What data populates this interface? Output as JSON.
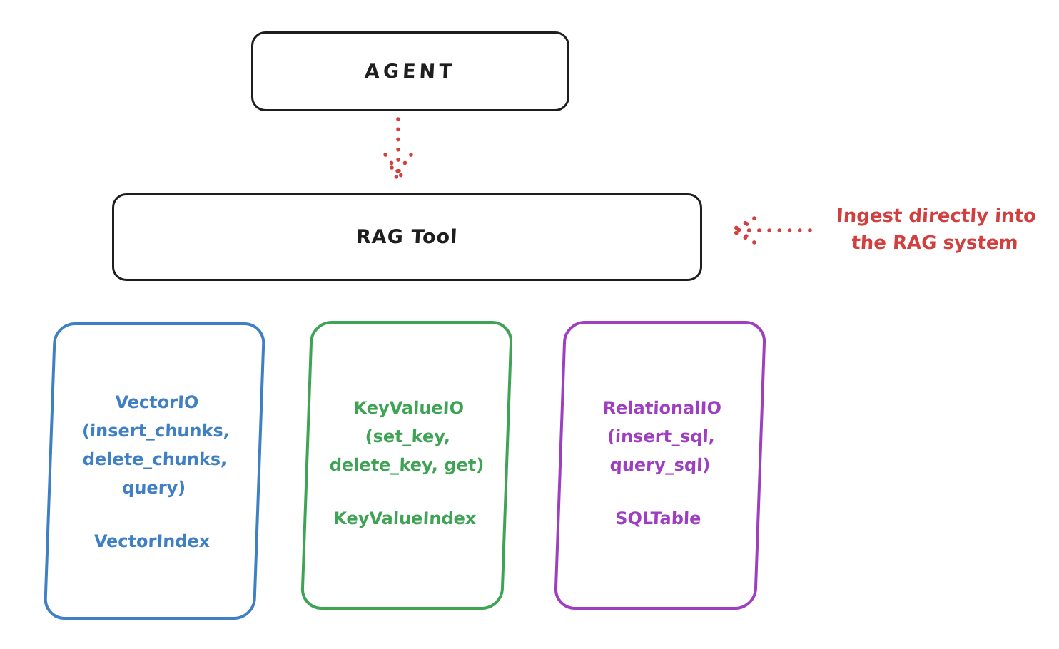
{
  "colors": {
    "stroke": "#1e1e1e",
    "red": "#d23f3f",
    "blue": "#3f7fc4",
    "green": "#3fa355",
    "purple": "#9e3ec1",
    "background": "#ffffff"
  },
  "agent": {
    "label": "AGENT"
  },
  "rag_tool": {
    "label": "RAG Tool"
  },
  "annotation": {
    "line1": "Ingest directly into",
    "line2": "the RAG system"
  },
  "backends": [
    {
      "id": "vector",
      "color": "#3f7fc4",
      "lines": [
        "VectorIO",
        "(insert_chunks,",
        "delete_chunks,",
        "query)"
      ],
      "index_label": "VectorIndex"
    },
    {
      "id": "keyvalue",
      "color": "#3fa355",
      "lines": [
        "KeyValueIO",
        "(set_key,",
        "delete_key, get)"
      ],
      "index_label": "KeyValueIndex"
    },
    {
      "id": "relational",
      "color": "#9e3ec1",
      "lines": [
        "RelationalIO",
        "(insert_sql,",
        "query_sql)"
      ],
      "index_label": "SQLTable"
    }
  ]
}
